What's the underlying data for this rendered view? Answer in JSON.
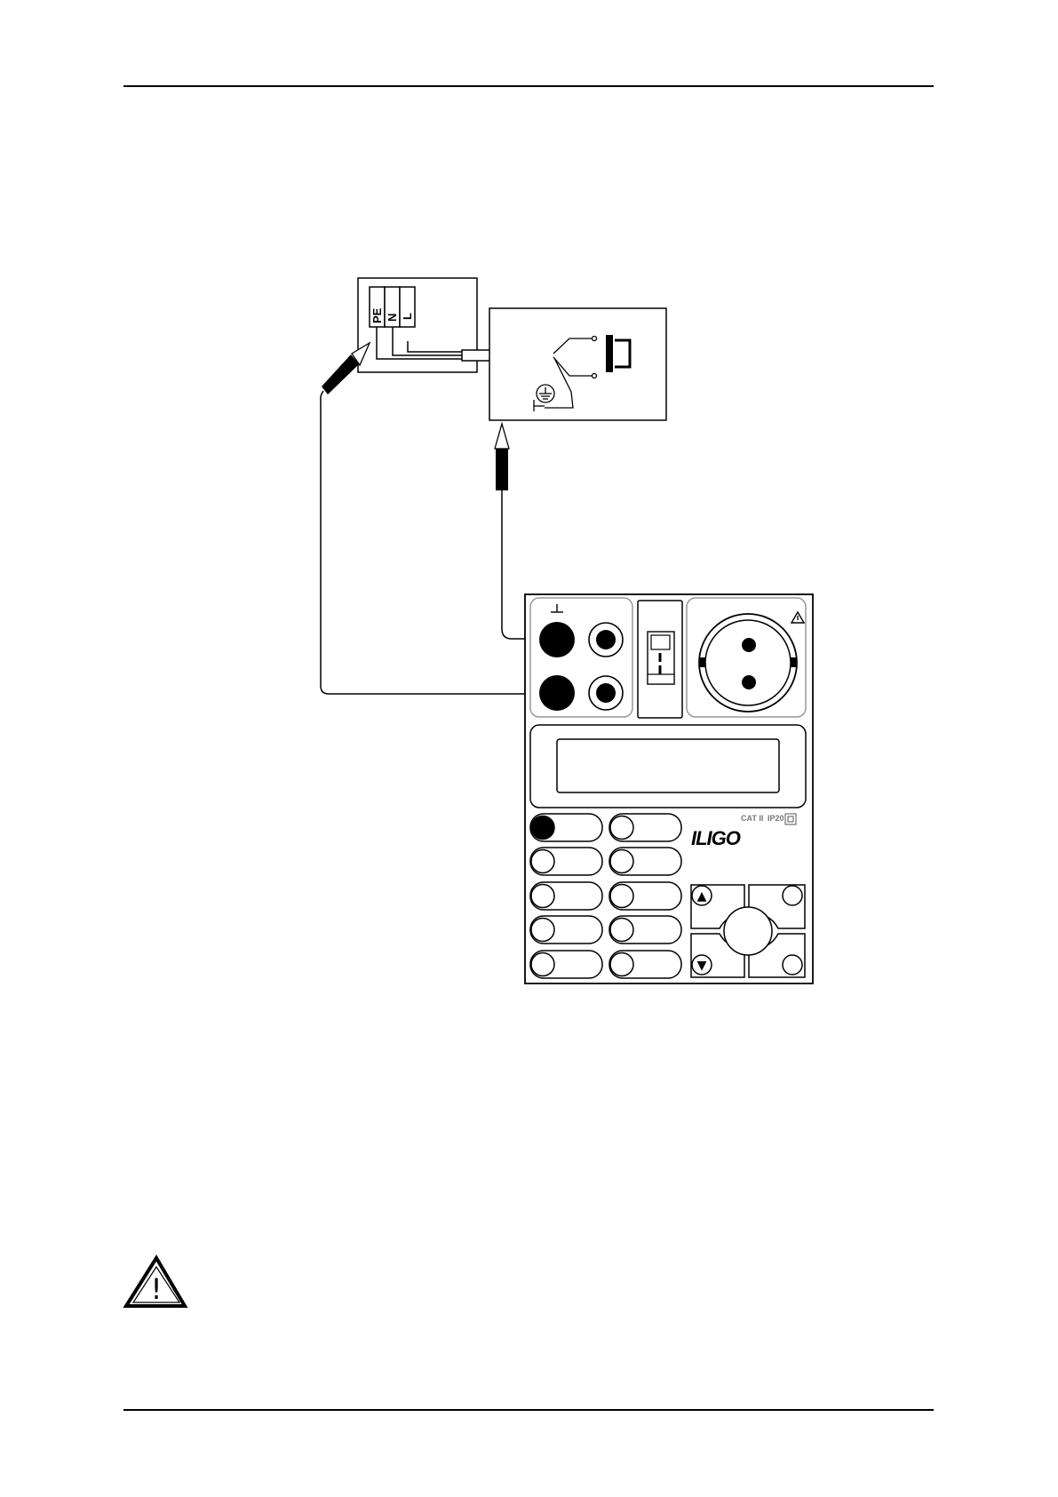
{
  "terminal_box": {
    "labels": [
      "PE",
      "N",
      "L"
    ]
  },
  "instrument": {
    "brand": "ILIGO",
    "category": "CAT II",
    "protection": "IP20",
    "up_key": "▲",
    "down_key": "▼"
  },
  "warning_icon": {
    "glyph": "!"
  },
  "colors": {
    "ink": "#000000",
    "paper": "#ffffff",
    "muted": "#777777"
  }
}
